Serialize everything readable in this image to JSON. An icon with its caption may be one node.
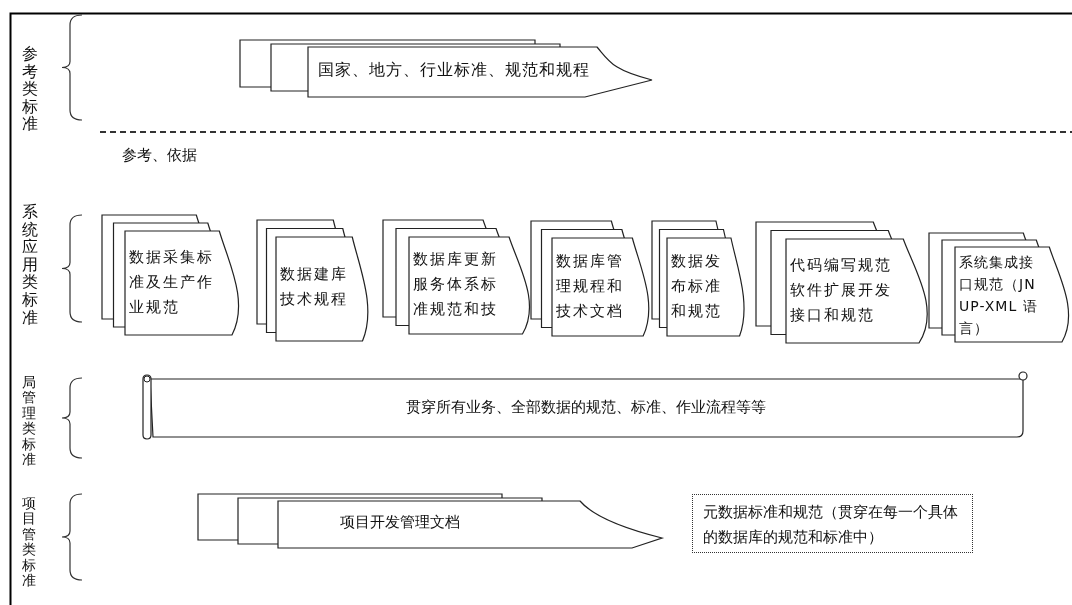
{
  "diagram": {
    "nodes": [
      {
        "text": [
          "国家、地方、行业标准、规范和规程"
        ]
      },
      {
        "text": [
          "数据采集标准及生产作业规范"
        ]
      },
      {
        "text": [
          "数据建库技术规程"
        ]
      },
      {
        "text": [
          "数据库更新服务体系标准规范和技"
        ]
      },
      {
        "text": [
          "数据库管理规程和技术文档"
        ]
      },
      {
        "text": [
          "数据发布标准和规范"
        ]
      },
      {
        "text": [
          "代码编写规范软件扩展开发接口和规范"
        ]
      },
      {
        "text": [
          "系统集成接口规范（JNUP-XML 语言）"
        ]
      },
      {
        "text": [
          "贯穿所有业务、全部数据的规范、标准、作业流程等等"
        ]
      },
      {
        "text": [
          "项目开发管理文档"
        ]
      },
      {
        "text": [
          "元数据标准和规范（贯穿在每一个具体的数据库的规范和标准中）"
        ]
      }
    ],
    "labels": [
      "参考类标准",
      "参考、依据",
      "系统应用类标准",
      "局管理类标准",
      "项目管类标准"
    ]
  }
}
